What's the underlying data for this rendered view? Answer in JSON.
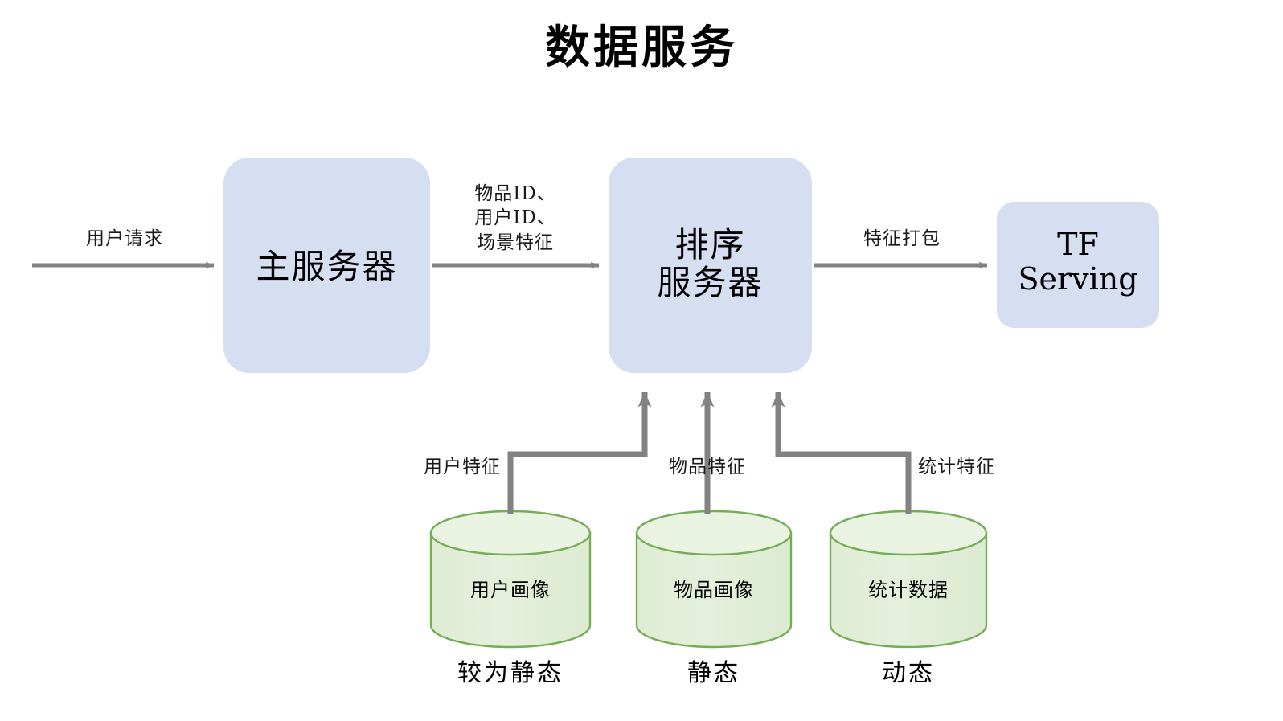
{
  "title": "数据服务",
  "palette": {
    "box_fill": "#d6def2",
    "cylinder_fill": "#e2eed8",
    "cylinder_top_fill": "#eaf3e2",
    "cylinder_stroke": "#74ad56",
    "arrow": "#828282",
    "text": "#000000",
    "background": "#ffffff"
  },
  "nodes": [
    {
      "id": "main-server",
      "label": "主服务器",
      "type": "process"
    },
    {
      "id": "rank-server",
      "label": "排序\n服务器",
      "type": "process"
    },
    {
      "id": "tf-serving",
      "label": "TF\nServing",
      "type": "process"
    },
    {
      "id": "user-profile",
      "label": "用户画像",
      "type": "datastore",
      "caption": "较为静态"
    },
    {
      "id": "item-profile",
      "label": "物品画像",
      "type": "datastore",
      "caption": "静态"
    },
    {
      "id": "stats-data",
      "label": "统计数据",
      "type": "datastore",
      "caption": "动态"
    }
  ],
  "edges": [
    {
      "id": "request",
      "label": "用户请求",
      "from": "input",
      "to": "main-server"
    },
    {
      "id": "ids-context",
      "label": "物品ID、\n用户ID、\n场景特征",
      "from": "main-server",
      "to": "rank-server"
    },
    {
      "id": "packed",
      "label": "特征打包",
      "from": "rank-server",
      "to": "tf-serving"
    },
    {
      "id": "user-feature",
      "label": "用户特征",
      "from": "user-profile",
      "to": "rank-server"
    },
    {
      "id": "item-feature",
      "label": "物品特征",
      "from": "item-profile",
      "to": "rank-server"
    },
    {
      "id": "stat-feature",
      "label": "统计特征",
      "from": "stats-data",
      "to": "rank-server"
    }
  ]
}
